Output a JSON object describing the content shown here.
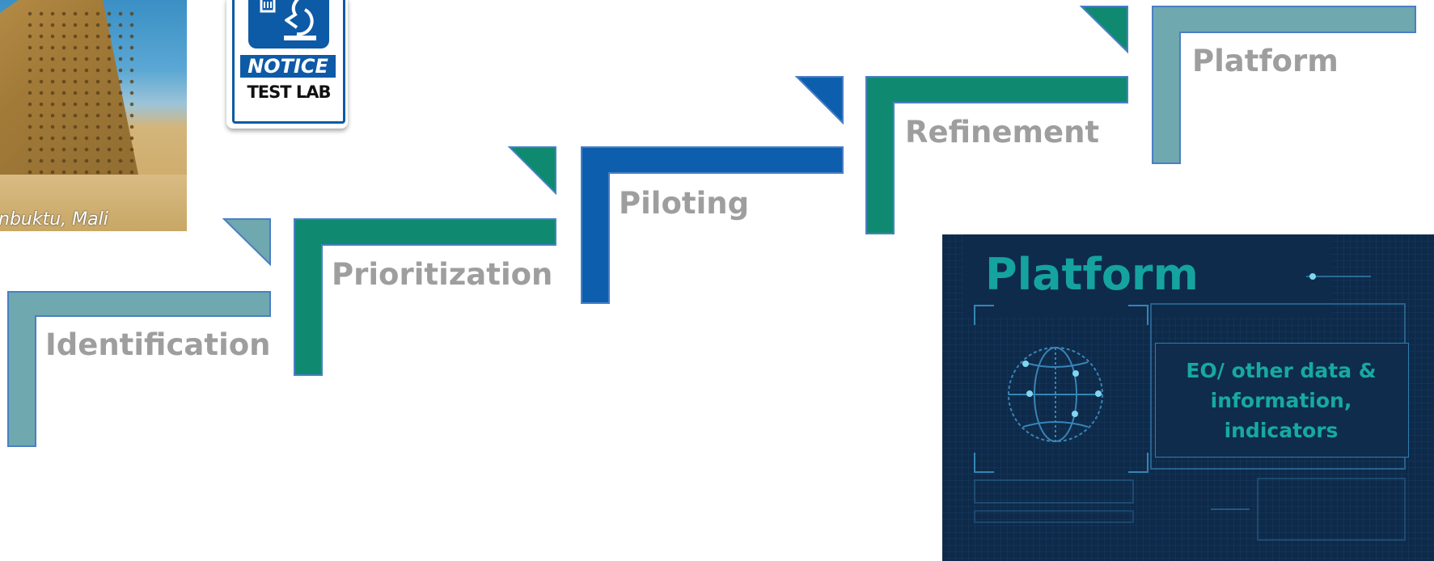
{
  "photo": {
    "caption": "nbuktu, Mali"
  },
  "notice_sign": {
    "word": "NOTICE",
    "lab": "TEST LAB",
    "icon": "microscope-icon"
  },
  "steps": [
    {
      "label": "Identification",
      "color": "#6fa8af"
    },
    {
      "label": "Prioritization",
      "color": "#0f8a70"
    },
    {
      "label": "Piloting",
      "color": "#0d5fae"
    },
    {
      "label": "Refinement",
      "color": "#0f8a70"
    },
    {
      "label": "Platform",
      "color": "#6fa8af"
    }
  ],
  "panel": {
    "title": "Platform",
    "description_lines": [
      "EO/ other data &",
      "information,",
      "indicators"
    ],
    "title_color": "#15a3a0",
    "background": "#0e2a4a"
  },
  "colors": {
    "step_text": "#9e9e9e",
    "stroke": "#4a7fc4"
  }
}
